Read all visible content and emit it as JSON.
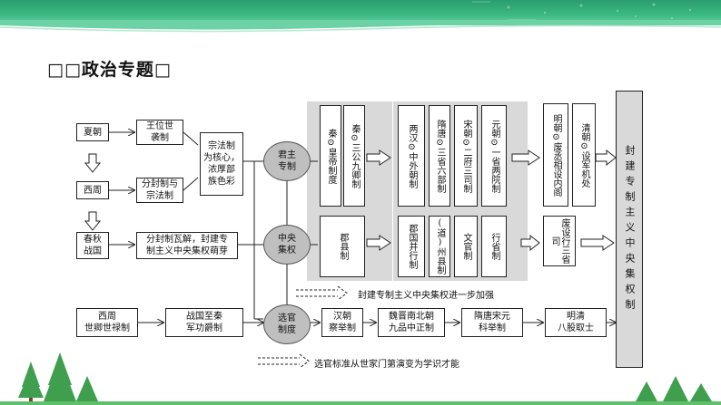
{
  "title": "□□政治专题□",
  "nodes": {
    "xia": "夏朝",
    "zhou": "西周",
    "chunqiu": "春秋\n战国",
    "wangwei": "王位世\n袭制",
    "fenfeng": "分封制与\n宗法制",
    "zongfa": "宗法制\n为核心，\n浓厚部\n族色彩",
    "wajie": "分封制瓦解，封建专\n制主义中央集权萌芽",
    "junzhu": "君主\n专制",
    "zhongyang": "中央\n集权",
    "xuanguan": "选官\n制度",
    "qin1": "秦⊙皇帝制度",
    "qin2": "秦⊙三公九卿制",
    "junxian": "郡县制",
    "lianghan": "两汉⊙中外朝制",
    "suitang": "隋唐⊙三省六部制",
    "songchao": "宋朝⊙二府三司制",
    "yuanchao": "元朝⊙一省两院制",
    "junguo": "郡国并行制",
    "daozhou": "(道)州县制",
    "wenguan": "文官制",
    "xingsheng": "行省制",
    "mingchao": "明朝⊙废丞相设内阁",
    "qingchao": "清朝⊙设军机处",
    "feishe": "废设行三省司",
    "fengjian": "封建专制主义中央集权制",
    "xizhou_shiqing": "西周\n世卿世禄制",
    "zhanguo_jungong": "战国至秦\n军功爵制",
    "hanchao_chaju": "汉朝\n察举制",
    "weijin": "魏晋南北朝\n九品中正制",
    "suitang_keju": "隋唐宋元\n科举制",
    "mingqing": "明清\n八股取士"
  },
  "legend": {
    "upper": "封建专制主义中央集权进一步加强",
    "lower": "选官标准从世家门第演变为学识才能"
  },
  "colors": {
    "banner": "#3cb983",
    "circle": "#bfbfbf",
    "shade": "#d9d9d9",
    "tree": "#3f9f4f"
  }
}
